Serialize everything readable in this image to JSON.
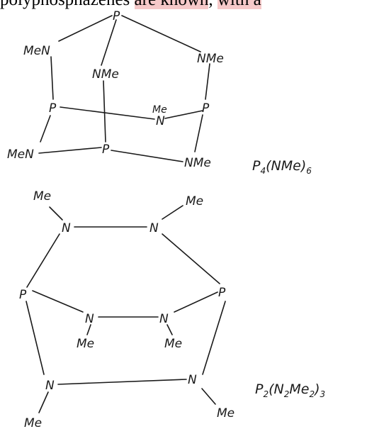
{
  "header": {
    "parts": [
      {
        "text": "polyphosphazenes ",
        "highlight": false
      },
      {
        "text": "are known",
        "highlight": true
      },
      {
        "text": ", ",
        "highlight": false
      },
      {
        "text": "with a",
        "highlight": true
      }
    ]
  },
  "colors": {
    "highlight": "#f6c9c9",
    "ink": "#1a1a1a"
  },
  "molecule1": {
    "atoms": {
      "p_top": "P",
      "men_left": "MeN",
      "nme_right": "NMe",
      "nme_center": "NMe",
      "p_left": "P",
      "n_me_bridge_me": "Me",
      "n_me_bridge_n": "N",
      "p_right": "P",
      "men_bottom_left": "MeN",
      "p_bottom": "P",
      "nme_bottom_right": "NMe"
    },
    "formula": {
      "base": "P",
      "sub1": "4",
      "mid": "(NMe)",
      "sub2": "6"
    }
  },
  "molecule2": {
    "atoms": {
      "me_top_left": "Me",
      "me_top_right": "Me",
      "n_top_left": "N",
      "n_top_right": "N",
      "p_left": "P",
      "p_right": "P",
      "n_mid_left": "N",
      "n_mid_right": "N",
      "me_mid_left": "Me",
      "me_mid_right": "Me",
      "n_bottom_left": "N",
      "n_bottom_right": "N",
      "me_bottom_left": "Me",
      "me_bottom_right": "Me"
    },
    "formula": {
      "base": "P",
      "sub1": "2",
      "open": "(N",
      "sub2": "2",
      "mid": "Me",
      "sub3": "2",
      "close": ")",
      "sub4": "3"
    }
  }
}
